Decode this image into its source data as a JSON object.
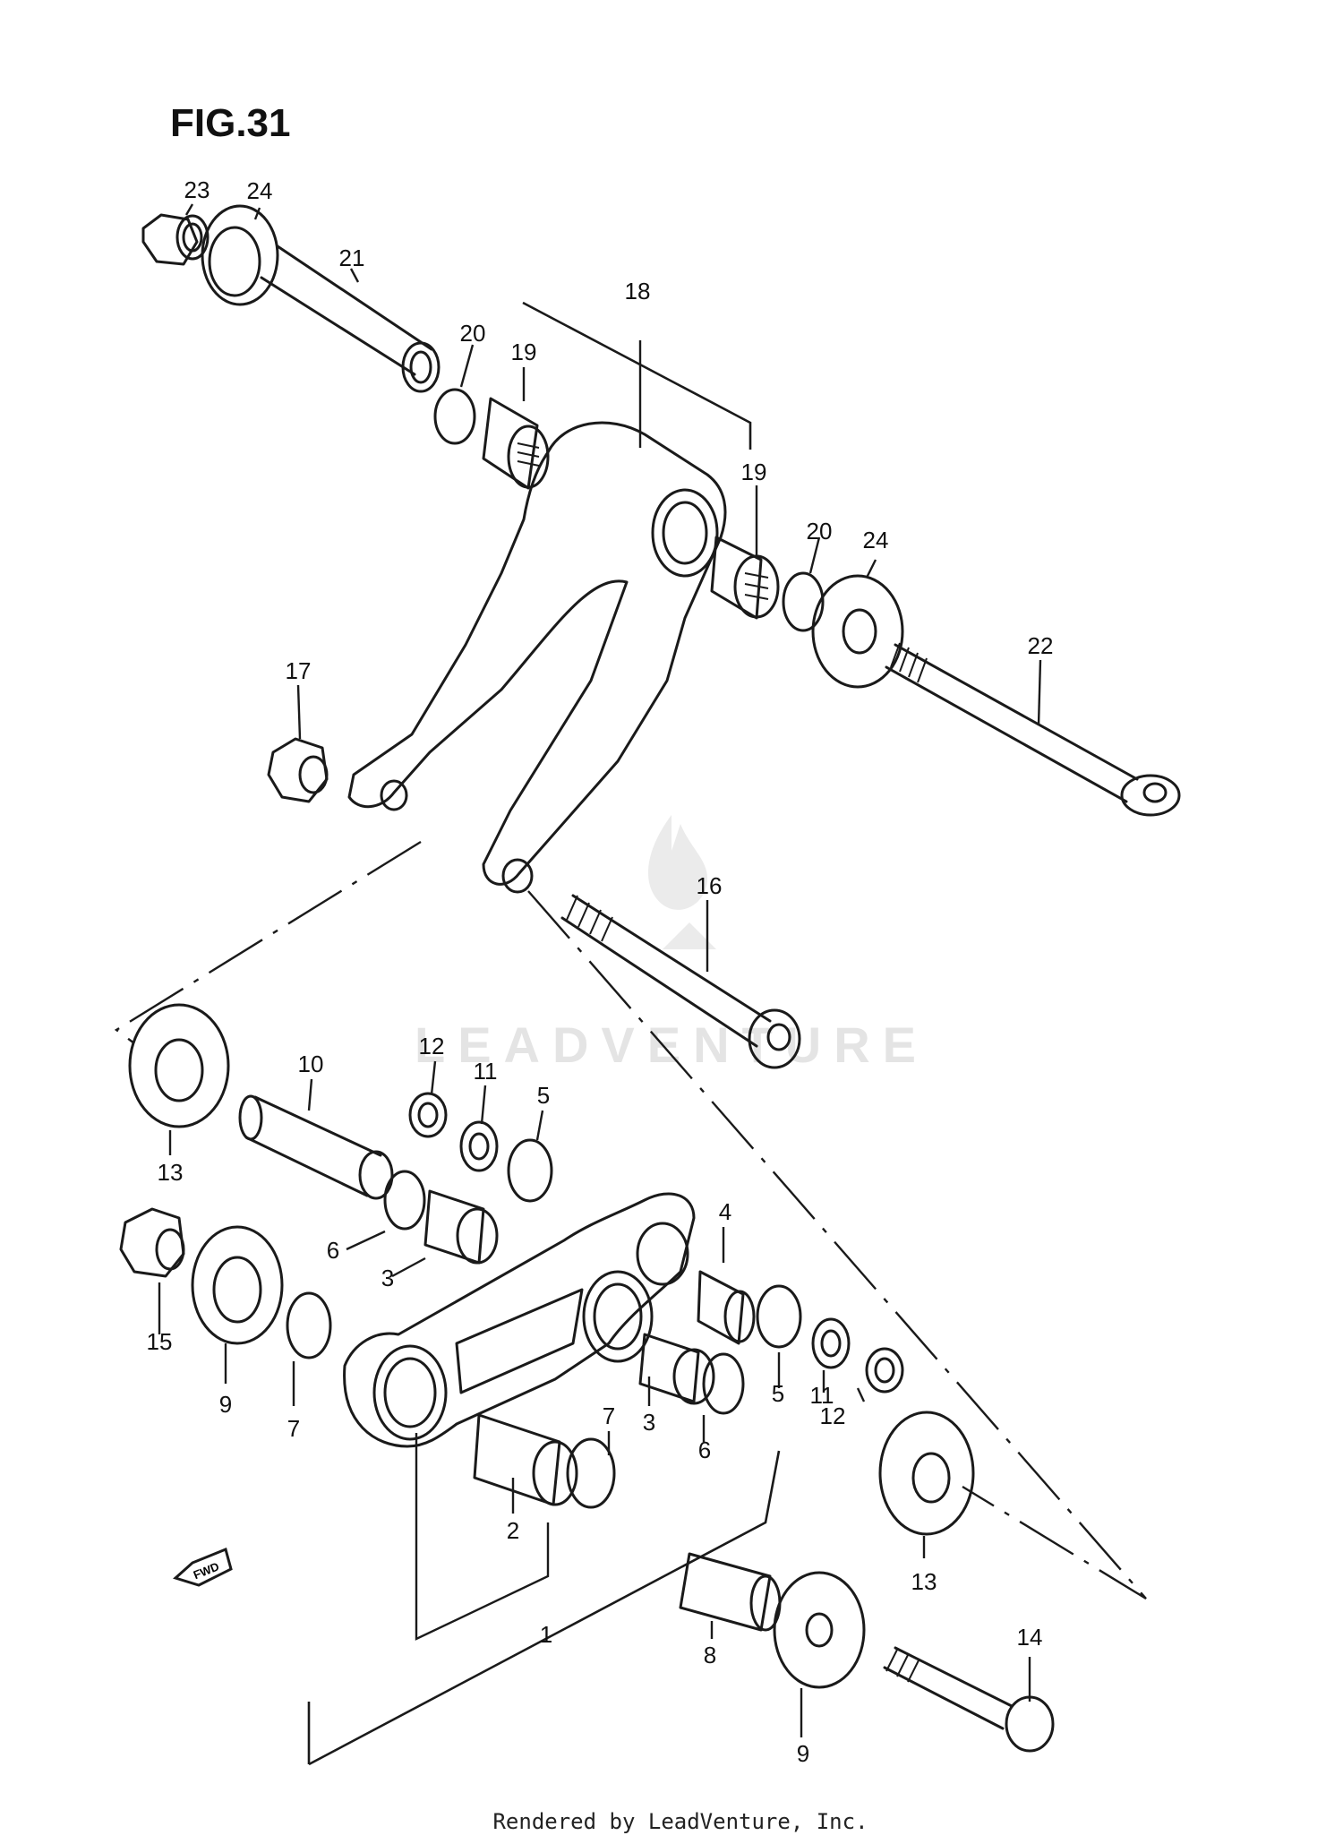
{
  "figure": {
    "title": "FIG.31"
  },
  "callouts": {
    "c1": "1",
    "c2": "2",
    "c3a": "3",
    "c3b": "3",
    "c4": "4",
    "c5a": "5",
    "c5b": "5",
    "c6a": "6",
    "c6b": "6",
    "c7a": "7",
    "c7b": "7",
    "c8": "8",
    "c9a": "9",
    "c9b": "9",
    "c10": "10",
    "c11a": "11",
    "c11b": "11",
    "c12a": "12",
    "c12b": "12",
    "c13a": "13",
    "c13b": "13",
    "c14": "14",
    "c15": "15",
    "c16": "16",
    "c17": "17",
    "c18": "18",
    "c19a": "19",
    "c19b": "19",
    "c20a": "20",
    "c20b": "20",
    "c21": "21",
    "c22": "22",
    "c23": "23",
    "c24a": "24",
    "c24b": "24"
  },
  "direction_badge": {
    "label": "FWD",
    "icon": "fwd-arrow-icon"
  },
  "watermark": {
    "text": "LEADVENTURE",
    "icon": "flame-logo-icon"
  },
  "footer": {
    "credit": "Rendered by LeadVenture, Inc."
  }
}
